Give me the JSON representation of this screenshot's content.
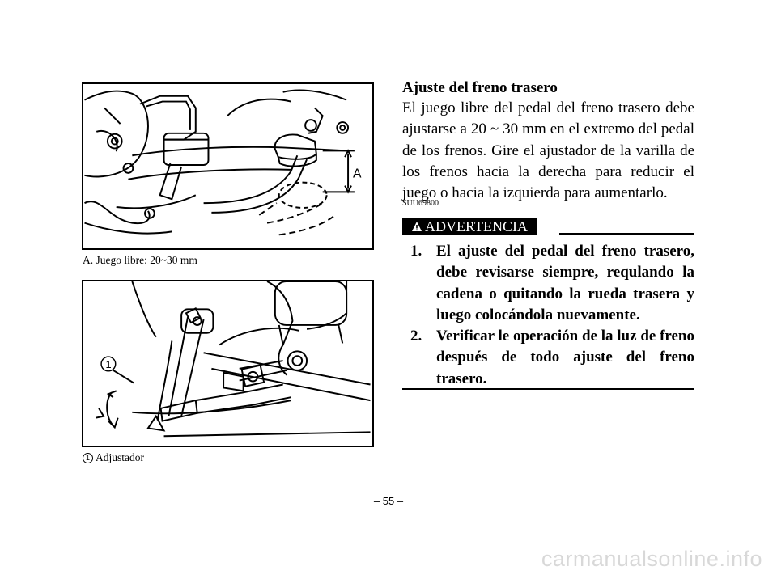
{
  "figure1": {
    "callout_letter": "A",
    "caption": "A. Juego libre: 20~30 mm"
  },
  "figure2": {
    "callout_number": "1",
    "caption_number": "1",
    "caption": "Adjustador"
  },
  "section": {
    "heading": "Ajuste del freno trasero",
    "body": "El juego libre del pedal del freno trasero debe ajustarse a 20 ~ 30 mm en el extremo del pedal de los frenos. Gire el ajustador de la va­rilla de los frenos hacia la derecha para reducir el juego o hacia la izquierda para aumentarlo.",
    "code": "SUU69800"
  },
  "warning": {
    "label": "ADVERTENCIA",
    "items": [
      {
        "num": "1.",
        "text": "El ajuste del pedal del freno trasero, debe revisarse siempre, requlando la cadena o quitando la rueda trasera y luego colocándola nuevamente."
      },
      {
        "num": "2.",
        "text": "Verificar le operación de la luz de freno después de todo ajuste del freno trasero."
      }
    ]
  },
  "page_number": "– 55 –",
  "watermark": "carmanualsonline.info"
}
